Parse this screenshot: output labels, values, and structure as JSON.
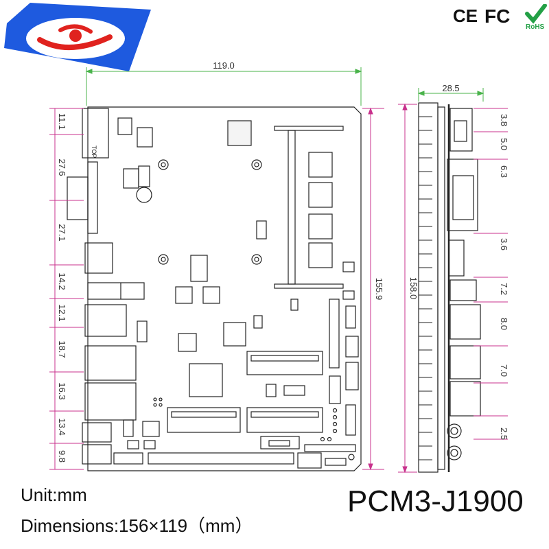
{
  "captions": {
    "unit": "Unit:mm",
    "dimensions": "Dimensions:156×119（mm）",
    "model": "PCM3-J1900"
  },
  "certifications": {
    "ce": "CE",
    "fc": "FC",
    "rohs": "RoHS"
  },
  "dimensions": {
    "top_width": "119.0",
    "board_height": "155.9",
    "side_width": "28.5",
    "side_height": "158.0",
    "left_stack": [
      "11.1",
      "27.6",
      "27.1",
      "14.2",
      "12.1",
      "18.7",
      "16.3",
      "13.4",
      "9.8"
    ],
    "right_stack": [
      "3.8",
      "5.0",
      "6.3",
      "3.6",
      "7.2",
      "8.0",
      "7.0",
      "2.5"
    ]
  },
  "board_labels": {
    "top_silk": "TOP"
  },
  "colors": {
    "logo_blue": "#1e5adf",
    "logo_red": "#e0221e",
    "dim_green": "#49b34a",
    "dim_magenta": "#c8308c",
    "line": "#222222"
  }
}
